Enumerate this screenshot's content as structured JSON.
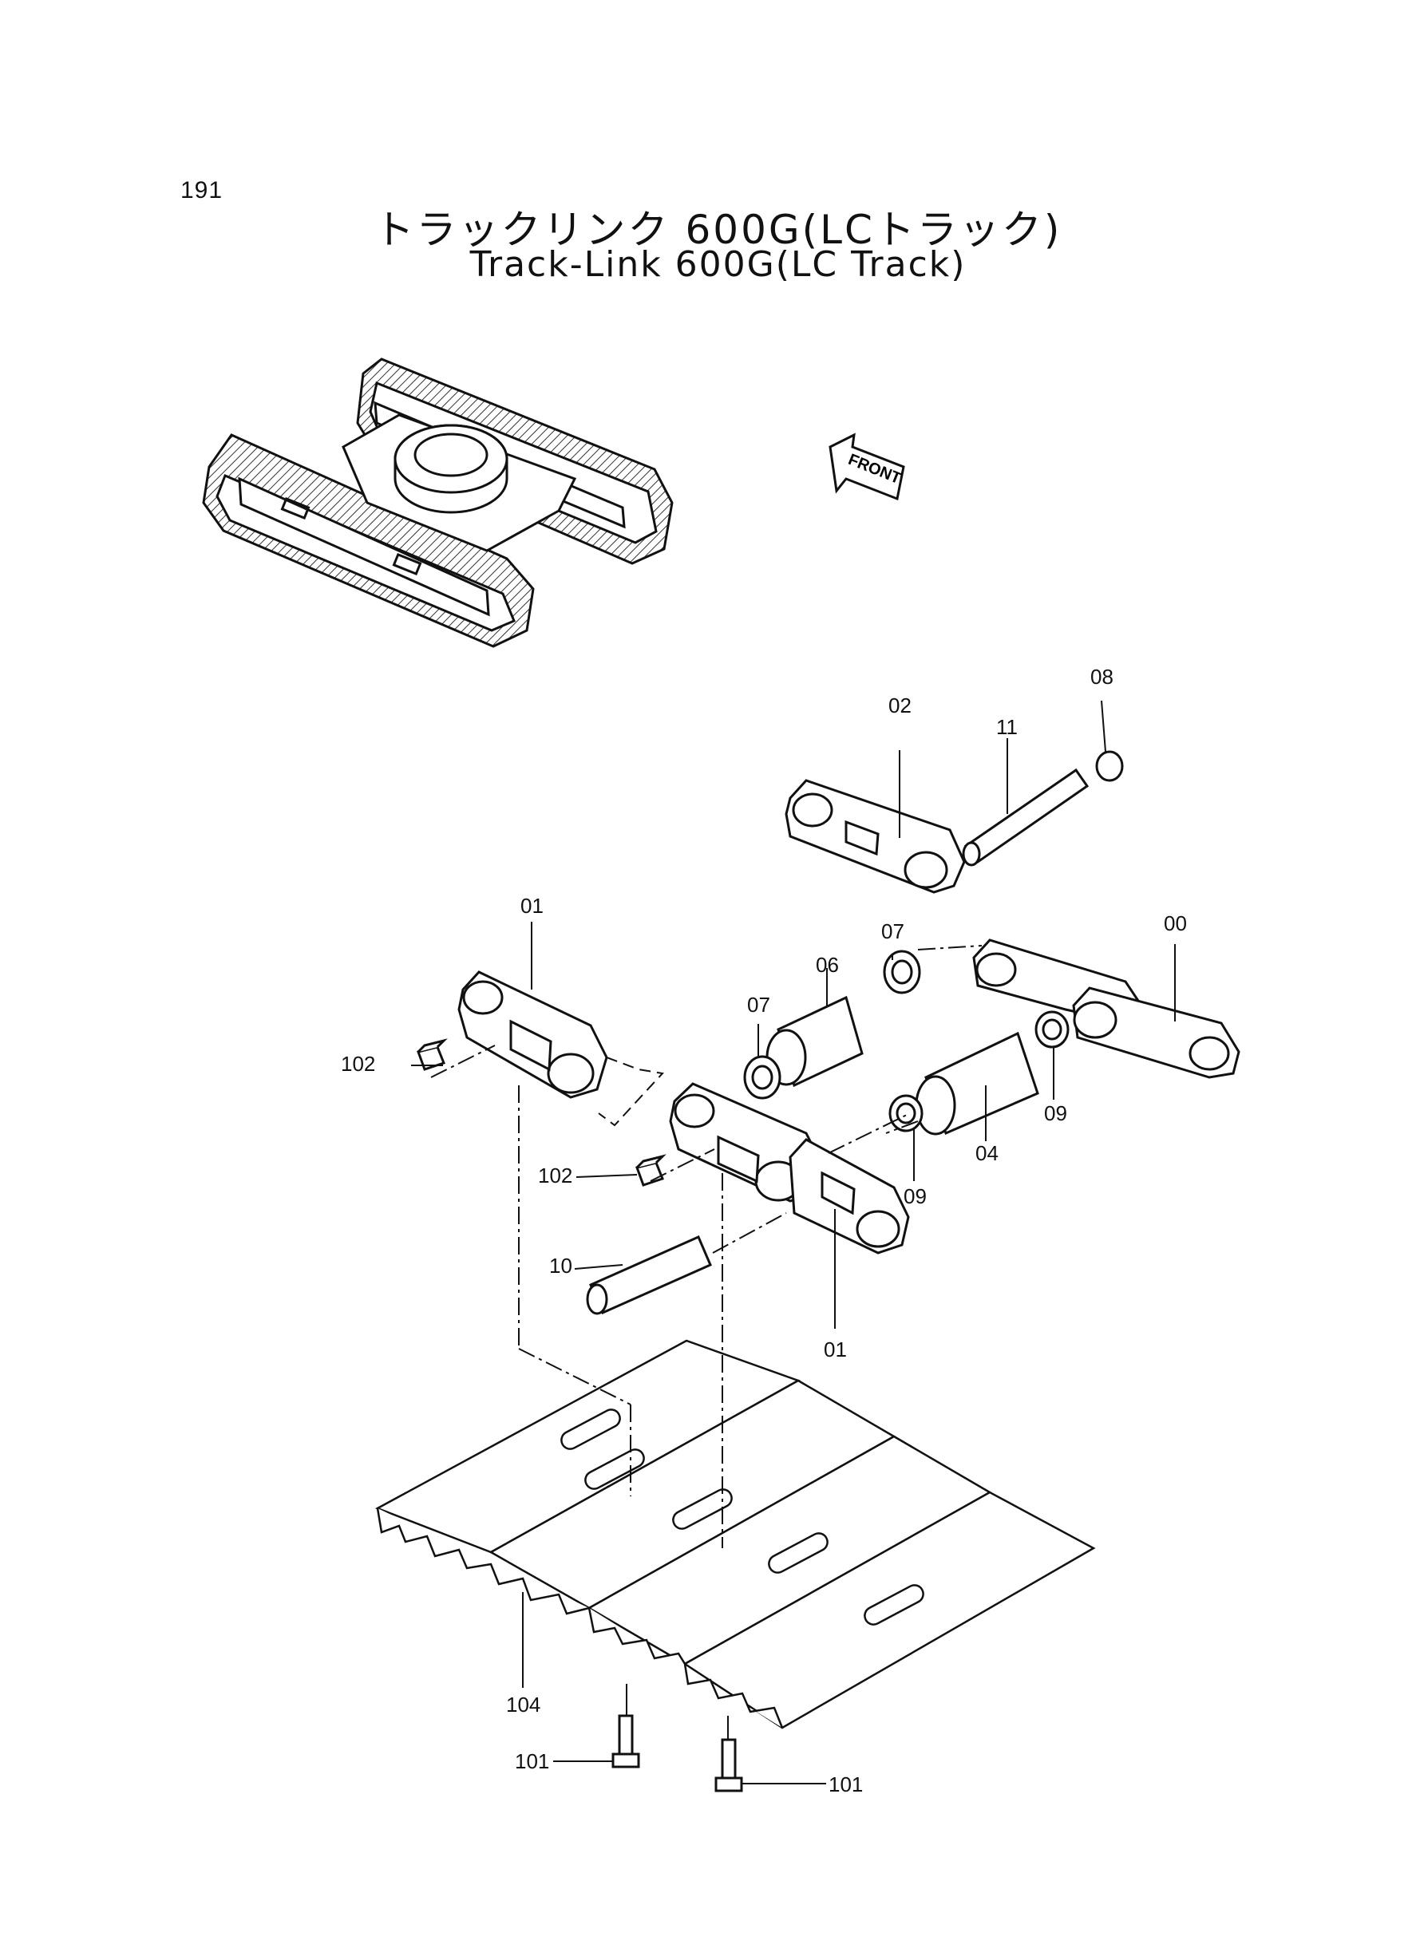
{
  "page_number": "191",
  "title_jp": "トラックリンク 600G(LCトラック)",
  "title_en": "Track-Link 600G(LC Track)",
  "front_arrow": "FRONT",
  "callouts": {
    "c00": "00",
    "c01a": "01",
    "c01b": "01",
    "c02": "02",
    "c04": "04",
    "c06": "06",
    "c07a": "07",
    "c07b": "07",
    "c08": "08",
    "c09a": "09",
    "c09b": "09",
    "c10": "10",
    "c11": "11",
    "c101a": "101",
    "c101b": "101",
    "c102a": "102",
    "c102b": "102",
    "c104": "104"
  }
}
